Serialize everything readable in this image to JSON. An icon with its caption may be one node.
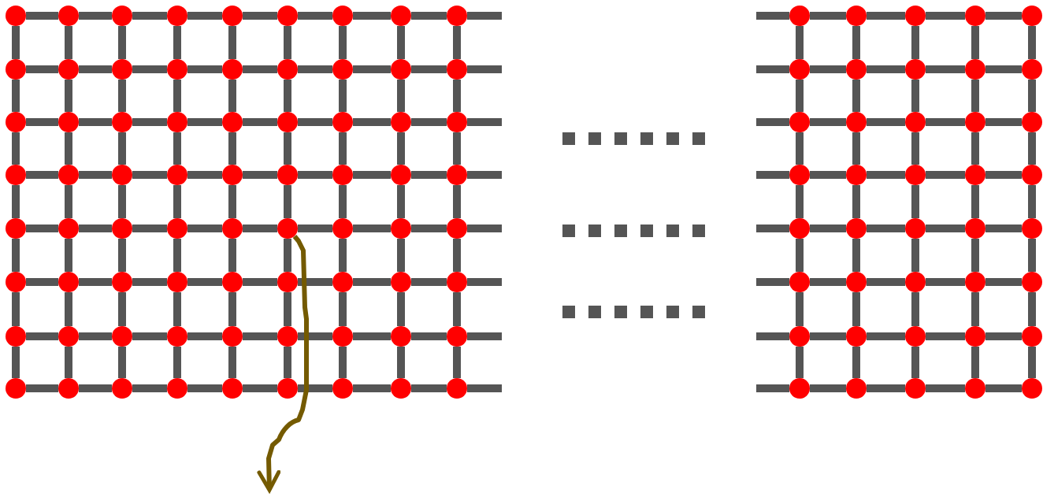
{
  "diagram": {
    "nodes": [
      {
        "text": [],
        "shape": "circle"
      },
      {
        "text": [],
        "shape": "circle"
      },
      {
        "text": [],
        "shape": "circle"
      },
      {
        "text": [],
        "shape": "circle"
      },
      {
        "text": [],
        "shape": "circle"
      },
      {
        "text": [],
        "shape": "circle"
      },
      {
        "text": [],
        "shape": "circle"
      },
      {
        "text": [],
        "shape": "circle"
      },
      {
        "text": [],
        "shape": "circle"
      },
      {
        "text": [],
        "shape": "circle"
      },
      {
        "text": [],
        "shape": "circle"
      },
      {
        "text": [],
        "shape": "circle"
      },
      {
        "text": [],
        "shape": "circle"
      },
      {
        "text": [],
        "shape": "circle"
      },
      {
        "text": [],
        "shape": "circle"
      },
      {
        "text": [],
        "shape": "circle"
      },
      {
        "text": [],
        "shape": "circle"
      },
      {
        "text": [],
        "shape": "circle"
      },
      {
        "text": [],
        "shape": "circle"
      },
      {
        "text": [],
        "shape": "circle"
      },
      {
        "text": [],
        "shape": "circle"
      },
      {
        "text": [],
        "shape": "circle"
      },
      {
        "text": [],
        "shape": "circle"
      },
      {
        "text": [],
        "shape": "circle"
      },
      {
        "text": [],
        "shape": "circle"
      },
      {
        "text": [],
        "shape": "circle"
      },
      {
        "text": [],
        "shape": "circle"
      },
      {
        "text": [],
        "shape": "circle"
      },
      {
        "text": [],
        "shape": "circle"
      },
      {
        "text": [],
        "shape": "circle"
      },
      {
        "text": [],
        "shape": "circle"
      },
      {
        "text": [],
        "shape": "circle"
      },
      {
        "text": [],
        "shape": "circle"
      },
      {
        "text": [],
        "shape": "circle"
      },
      {
        "text": [],
        "shape": "circle"
      },
      {
        "text": [],
        "shape": "circle"
      },
      {
        "text": [],
        "shape": "circle"
      },
      {
        "text": [],
        "shape": "circle"
      },
      {
        "text": [],
        "shape": "circle"
      },
      {
        "text": [],
        "shape": "circle"
      },
      {
        "text": [],
        "shape": "circle"
      },
      {
        "text": [],
        "shape": "circle"
      },
      {
        "text": [],
        "shape": "circle"
      },
      {
        "text": [],
        "shape": "circle"
      },
      {
        "text": [],
        "shape": "circle"
      },
      {
        "text": [],
        "shape": "circle"
      },
      {
        "text": [],
        "shape": "circle"
      },
      {
        "text": [],
        "shape": "circle"
      },
      {
        "text": [],
        "shape": "circle"
      },
      {
        "text": [],
        "shape": "circle"
      },
      {
        "text": [],
        "shape": "circle"
      },
      {
        "text": [],
        "shape": "circle"
      },
      {
        "text": [],
        "shape": "circle"
      },
      {
        "text": [],
        "shape": "circle"
      },
      {
        "text": [],
        "shape": "circle"
      },
      {
        "text": [],
        "shape": "circle"
      },
      {
        "text": [],
        "shape": "circle"
      },
      {
        "text": [],
        "shape": "circle"
      },
      {
        "text": [],
        "shape": "circle"
      },
      {
        "text": [],
        "shape": "circle"
      },
      {
        "text": [],
        "shape": "circle"
      },
      {
        "text": [],
        "shape": "circle"
      },
      {
        "text": [],
        "shape": "circle"
      },
      {
        "text": [],
        "shape": "circle"
      },
      {
        "text": [],
        "shape": "circle"
      },
      {
        "text": [],
        "shape": "circle"
      },
      {
        "text": [],
        "shape": "circle"
      },
      {
        "text": [],
        "shape": "circle"
      },
      {
        "text": [],
        "shape": "circle"
      },
      {
        "text": [],
        "shape": "circle"
      },
      {
        "text": [],
        "shape": "circle"
      },
      {
        "text": [],
        "shape": "circle"
      },
      {
        "text": [],
        "shape": "circle"
      },
      {
        "text": [],
        "shape": "circle"
      },
      {
        "text": [],
        "shape": "circle"
      },
      {
        "text": [],
        "shape": "circle"
      },
      {
        "text": [],
        "shape": "circle"
      },
      {
        "text": [],
        "shape": "circle"
      },
      {
        "text": [],
        "shape": "circle"
      },
      {
        "text": [],
        "shape": "circle"
      },
      {
        "text": [],
        "shape": "circle"
      },
      {
        "text": [],
        "shape": "circle"
      },
      {
        "text": [],
        "shape": "circle"
      },
      {
        "text": [],
        "shape": "circle"
      },
      {
        "text": [],
        "shape": "circle"
      },
      {
        "text": [],
        "shape": "circle"
      },
      {
        "text": [],
        "shape": "circle"
      },
      {
        "text": [],
        "shape": "circle"
      },
      {
        "text": [],
        "shape": "circle"
      },
      {
        "text": [],
        "shape": "circle"
      },
      {
        "text": [],
        "shape": "circle"
      },
      {
        "text": [],
        "shape": "circle"
      },
      {
        "text": [],
        "shape": "circle"
      },
      {
        "text": [],
        "shape": "circle"
      },
      {
        "text": [],
        "shape": "circle"
      },
      {
        "text": [],
        "shape": "circle"
      },
      {
        "text": [],
        "shape": "circle"
      },
      {
        "text": [],
        "shape": "circle"
      },
      {
        "text": [],
        "shape": "circle"
      },
      {
        "text": [],
        "shape": "circle"
      },
      {
        "text": [],
        "shape": "circle"
      },
      {
        "text": [],
        "shape": "circle"
      },
      {
        "text": [],
        "shape": "circle"
      },
      {
        "text": [],
        "shape": "circle"
      },
      {
        "text": [],
        "shape": "circle"
      },
      {
        "text": [],
        "shape": "circle"
      },
      {
        "text": [],
        "shape": "circle"
      },
      {
        "text": [],
        "shape": "circle"
      },
      {
        "text": [],
        "shape": "circle"
      },
      {
        "text": [],
        "shape": "circle"
      },
      {
        "text": [],
        "shape": "circle"
      },
      {
        "text": [],
        "shape": "circle"
      }
    ],
    "edges": [
      {
        "from": 0,
        "to": 1,
        "arrow": "none"
      },
      {
        "from": 1,
        "to": 2,
        "arrow": "none"
      },
      {
        "from": 2,
        "to": 3,
        "arrow": "none"
      },
      {
        "from": 3,
        "to": 4,
        "arrow": "none"
      },
      {
        "from": 4,
        "to": 5,
        "arrow": "none"
      },
      {
        "from": 5,
        "to": 6,
        "arrow": "none"
      },
      {
        "from": 6,
        "to": 7,
        "arrow": "none"
      },
      {
        "from": 7,
        "to": 8,
        "arrow": "none"
      },
      {
        "from": 9,
        "to": 10,
        "arrow": "none"
      },
      {
        "from": 10,
        "to": 11,
        "arrow": "none"
      },
      {
        "from": 11,
        "to": 12,
        "arrow": "none"
      },
      {
        "from": 12,
        "to": 13,
        "arrow": "none"
      },
      {
        "from": 13,
        "to": 14,
        "arrow": "none"
      },
      {
        "from": 14,
        "to": 15,
        "arrow": "none"
      },
      {
        "from": 15,
        "to": 16,
        "arrow": "none"
      },
      {
        "from": 16,
        "to": 17,
        "arrow": "none"
      },
      {
        "from": 18,
        "to": 19,
        "arrow": "none"
      },
      {
        "from": 19,
        "to": 20,
        "arrow": "none"
      },
      {
        "from": 20,
        "to": 21,
        "arrow": "none"
      },
      {
        "from": 21,
        "to": 22,
        "arrow": "none"
      },
      {
        "from": 22,
        "to": 23,
        "arrow": "none"
      },
      {
        "from": 23,
        "to": 24,
        "arrow": "none"
      },
      {
        "from": 24,
        "to": 25,
        "arrow": "none"
      },
      {
        "from": 25,
        "to": 26,
        "arrow": "none"
      },
      {
        "from": 27,
        "to": 28,
        "arrow": "none"
      },
      {
        "from": 28,
        "to": 29,
        "arrow": "none"
      },
      {
        "from": 29,
        "to": 30,
        "arrow": "none"
      },
      {
        "from": 30,
        "to": 31,
        "arrow": "none"
      },
      {
        "from": 31,
        "to": 32,
        "arrow": "none"
      },
      {
        "from": 32,
        "to": 33,
        "arrow": "none"
      },
      {
        "from": 33,
        "to": 34,
        "arrow": "none"
      },
      {
        "from": 34,
        "to": 35,
        "arrow": "none"
      },
      {
        "from": 36,
        "to": 37,
        "arrow": "none"
      },
      {
        "from": 37,
        "to": 38,
        "arrow": "none"
      },
      {
        "from": 38,
        "to": 39,
        "arrow": "none"
      },
      {
        "from": 39,
        "to": 40,
        "arrow": "none"
      },
      {
        "from": 40,
        "to": 41,
        "arrow": "none"
      },
      {
        "from": 41,
        "to": 42,
        "arrow": "none"
      },
      {
        "from": 42,
        "to": 43,
        "arrow": "none"
      },
      {
        "from": 43,
        "to": 44,
        "arrow": "none"
      },
      {
        "from": 45,
        "to": 46,
        "arrow": "none"
      },
      {
        "from": 46,
        "to": 47,
        "arrow": "none"
      },
      {
        "from": 47,
        "to": 48,
        "arrow": "none"
      },
      {
        "from": 48,
        "to": 49,
        "arrow": "none"
      },
      {
        "from": 49,
        "to": 50,
        "arrow": "none"
      },
      {
        "from": 50,
        "to": 51,
        "arrow": "none"
      },
      {
        "from": 51,
        "to": 52,
        "arrow": "none"
      },
      {
        "from": 52,
        "to": 53,
        "arrow": "none"
      },
      {
        "from": 54,
        "to": 55,
        "arrow": "none"
      },
      {
        "from": 55,
        "to": 56,
        "arrow": "none"
      },
      {
        "from": 56,
        "to": 57,
        "arrow": "none"
      },
      {
        "from": 57,
        "to": 58,
        "arrow": "none"
      },
      {
        "from": 58,
        "to": 59,
        "arrow": "none"
      },
      {
        "from": 59,
        "to": 60,
        "arrow": "none"
      },
      {
        "from": 60,
        "to": 61,
        "arrow": "none"
      },
      {
        "from": 61,
        "to": 62,
        "arrow": "none"
      },
      {
        "from": 63,
        "to": 64,
        "arrow": "none"
      },
      {
        "from": 64,
        "to": 65,
        "arrow": "none"
      },
      {
        "from": 65,
        "to": 66,
        "arrow": "none"
      },
      {
        "from": 66,
        "to": 67,
        "arrow": "none"
      },
      {
        "from": 67,
        "to": 68,
        "arrow": "none"
      },
      {
        "from": 68,
        "to": 69,
        "arrow": "none"
      },
      {
        "from": 69,
        "to": 70,
        "arrow": "none"
      },
      {
        "from": 70,
        "to": 71,
        "arrow": "none"
      },
      {
        "from": 0,
        "to": 9,
        "arrow": "none"
      },
      {
        "from": 1,
        "to": 10,
        "arrow": "none"
      },
      {
        "from": 2,
        "to": 11,
        "arrow": "none"
      },
      {
        "from": 3,
        "to": 12,
        "arrow": "none"
      },
      {
        "from": 4,
        "to": 13,
        "arrow": "none"
      },
      {
        "from": 5,
        "to": 14,
        "arrow": "none"
      },
      {
        "from": 6,
        "to": 15,
        "arrow": "none"
      },
      {
        "from": 7,
        "to": 16,
        "arrow": "none"
      },
      {
        "from": 8,
        "to": 17,
        "arrow": "none"
      },
      {
        "from": 9,
        "to": 18,
        "arrow": "none"
      },
      {
        "from": 10,
        "to": 19,
        "arrow": "none"
      },
      {
        "from": 11,
        "to": 20,
        "arrow": "none"
      },
      {
        "from": 12,
        "to": 21,
        "arrow": "none"
      },
      {
        "from": 13,
        "to": 22,
        "arrow": "none"
      },
      {
        "from": 14,
        "to": 23,
        "arrow": "none"
      },
      {
        "from": 15,
        "to": 24,
        "arrow": "none"
      },
      {
        "from": 16,
        "to": 25,
        "arrow": "none"
      },
      {
        "from": 17,
        "to": 26,
        "arrow": "none"
      },
      {
        "from": 18,
        "to": 27,
        "arrow": "none"
      },
      {
        "from": 19,
        "to": 28,
        "arrow": "none"
      },
      {
        "from": 20,
        "to": 29,
        "arrow": "none"
      },
      {
        "from": 21,
        "to": 30,
        "arrow": "none"
      },
      {
        "from": 22,
        "to": 31,
        "arrow": "none"
      },
      {
        "from": 23,
        "to": 32,
        "arrow": "none"
      },
      {
        "from": 24,
        "to": 33,
        "arrow": "none"
      },
      {
        "from": 25,
        "to": 34,
        "arrow": "none"
      },
      {
        "from": 26,
        "to": 35,
        "arrow": "none"
      },
      {
        "from": 27,
        "to": 36,
        "arrow": "none"
      },
      {
        "from": 28,
        "to": 37,
        "arrow": "none"
      },
      {
        "from": 29,
        "to": 38,
        "arrow": "none"
      },
      {
        "from": 30,
        "to": 39,
        "arrow": "none"
      },
      {
        "from": 31,
        "to": 40,
        "arrow": "none"
      },
      {
        "from": 32,
        "to": 41,
        "arrow": "none"
      },
      {
        "from": 33,
        "to": 42,
        "arrow": "none"
      },
      {
        "from": 34,
        "to": 43,
        "arrow": "none"
      },
      {
        "from": 35,
        "to": 44,
        "arrow": "none"
      },
      {
        "from": 36,
        "to": 45,
        "arrow": "none"
      },
      {
        "from": 37,
        "to": 46,
        "arrow": "none"
      },
      {
        "from": 38,
        "to": 47,
        "arrow": "none"
      },
      {
        "from": 39,
        "to": 48,
        "arrow": "none"
      },
      {
        "from": 40,
        "to": 49,
        "arrow": "none"
      },
      {
        "from": 41,
        "to": 50,
        "arrow": "none"
      },
      {
        "from": 42,
        "to": 51,
        "arrow": "none"
      },
      {
        "from": 43,
        "to": 52,
        "arrow": "none"
      },
      {
        "from": 44,
        "to": 53,
        "arrow": "none"
      },
      {
        "from": 45,
        "to": 54,
        "arrow": "none"
      },
      {
        "from": 46,
        "to": 55,
        "arrow": "none"
      },
      {
        "from": 47,
        "to": 56,
        "arrow": "none"
      },
      {
        "from": 48,
        "to": 57,
        "arrow": "none"
      },
      {
        "from": 49,
        "to": 58,
        "arrow": "none"
      },
      {
        "from": 50,
        "to": 59,
        "arrow": "none"
      },
      {
        "from": 51,
        "to": 60,
        "arrow": "none"
      },
      {
        "from": 52,
        "to": 61,
        "arrow": "none"
      },
      {
        "from": 53,
        "to": 62,
        "arrow": "none"
      },
      {
        "from": 54,
        "to": 63,
        "arrow": "none"
      },
      {
        "from": 55,
        "to": 64,
        "arrow": "none"
      },
      {
        "from": 56,
        "to": 65,
        "arrow": "none"
      },
      {
        "from": 57,
        "to": 66,
        "arrow": "none"
      },
      {
        "from": 58,
        "to": 67,
        "arrow": "none"
      },
      {
        "from": 59,
        "to": 68,
        "arrow": "none"
      },
      {
        "from": 60,
        "to": 69,
        "arrow": "none"
      },
      {
        "from": 61,
        "to": 70,
        "arrow": "none"
      },
      {
        "from": 62,
        "to": 71,
        "arrow": "none"
      },
      {
        "from": 72,
        "to": 73,
        "arrow": "none"
      },
      {
        "from": 73,
        "to": 74,
        "arrow": "none"
      },
      {
        "from": 74,
        "to": 75,
        "arrow": "none"
      },
      {
        "from": 75,
        "to": 76,
        "arrow": "none"
      },
      {
        "from": 77,
        "to": 78,
        "arrow": "none"
      },
      {
        "from": 78,
        "to": 79,
        "arrow": "none"
      },
      {
        "from": 79,
        "to": 80,
        "arrow": "none"
      },
      {
        "from": 80,
        "to": 81,
        "arrow": "none"
      },
      {
        "from": 82,
        "to": 83,
        "arrow": "none"
      },
      {
        "from": 83,
        "to": 84,
        "arrow": "none"
      },
      {
        "from": 84,
        "to": 85,
        "arrow": "none"
      },
      {
        "from": 85,
        "to": 86,
        "arrow": "none"
      },
      {
        "from": 87,
        "to": 88,
        "arrow": "none"
      },
      {
        "from": 88,
        "to": 89,
        "arrow": "none"
      },
      {
        "from": 89,
        "to": 90,
        "arrow": "none"
      },
      {
        "from": 90,
        "to": 91,
        "arrow": "none"
      },
      {
        "from": 92,
        "to": 93,
        "arrow": "none"
      },
      {
        "from": 93,
        "to": 94,
        "arrow": "none"
      },
      {
        "from": 94,
        "to": 95,
        "arrow": "none"
      },
      {
        "from": 95,
        "to": 96,
        "arrow": "none"
      },
      {
        "from": 97,
        "to": 98,
        "arrow": "none"
      },
      {
        "from": 98,
        "to": 99,
        "arrow": "none"
      },
      {
        "from": 99,
        "to": 100,
        "arrow": "none"
      },
      {
        "from": 100,
        "to": 101,
        "arrow": "none"
      },
      {
        "from": 102,
        "to": 103,
        "arrow": "none"
      },
      {
        "from": 103,
        "to": 104,
        "arrow": "none"
      },
      {
        "from": 104,
        "to": 105,
        "arrow": "none"
      },
      {
        "from": 105,
        "to": 106,
        "arrow": "none"
      },
      {
        "from": 107,
        "to": 108,
        "arrow": "none"
      },
      {
        "from": 108,
        "to": 109,
        "arrow": "none"
      },
      {
        "from": 109,
        "to": 110,
        "arrow": "none"
      },
      {
        "from": 110,
        "to": 111,
        "arrow": "none"
      },
      {
        "from": 72,
        "to": 77,
        "arrow": "none"
      },
      {
        "from": 73,
        "to": 78,
        "arrow": "none"
      },
      {
        "from": 74,
        "to": 79,
        "arrow": "none"
      },
      {
        "from": 75,
        "to": 80,
        "arrow": "none"
      },
      {
        "from": 76,
        "to": 81,
        "arrow": "none"
      },
      {
        "from": 77,
        "to": 82,
        "arrow": "none"
      },
      {
        "from": 78,
        "to": 83,
        "arrow": "none"
      },
      {
        "from": 79,
        "to": 84,
        "arrow": "none"
      },
      {
        "from": 80,
        "to": 85,
        "arrow": "none"
      },
      {
        "from": 81,
        "to": 86,
        "arrow": "none"
      },
      {
        "from": 82,
        "to": 87,
        "arrow": "none"
      },
      {
        "from": 83,
        "to": 88,
        "arrow": "none"
      },
      {
        "from": 84,
        "to": 89,
        "arrow": "none"
      },
      {
        "from": 85,
        "to": 90,
        "arrow": "none"
      },
      {
        "from": 86,
        "to": 91,
        "arrow": "none"
      },
      {
        "from": 87,
        "to": 92,
        "arrow": "none"
      },
      {
        "from": 88,
        "to": 93,
        "arrow": "none"
      },
      {
        "from": 89,
        "to": 94,
        "arrow": "none"
      },
      {
        "from": 90,
        "to": 95,
        "arrow": "none"
      },
      {
        "from": 91,
        "to": 96,
        "arrow": "none"
      },
      {
        "from": 92,
        "to": 97,
        "arrow": "none"
      },
      {
        "from": 93,
        "to": 98,
        "arrow": "none"
      },
      {
        "from": 94,
        "to": 99,
        "arrow": "none"
      },
      {
        "from": 95,
        "to": 100,
        "arrow": "none"
      },
      {
        "from": 96,
        "to": 101,
        "arrow": "none"
      },
      {
        "from": 97,
        "to": 102,
        "arrow": "none"
      },
      {
        "from": 98,
        "to": 103,
        "arrow": "none"
      },
      {
        "from": 99,
        "to": 104,
        "arrow": "none"
      },
      {
        "from": 100,
        "to": 105,
        "arrow": "none"
      },
      {
        "from": 101,
        "to": 106,
        "arrow": "none"
      },
      {
        "from": 102,
        "to": 107,
        "arrow": "none"
      },
      {
        "from": 103,
        "to": 108,
        "arrow": "none"
      },
      {
        "from": 104,
        "to": 109,
        "arrow": "none"
      },
      {
        "from": 105,
        "to": 110,
        "arrow": "none"
      },
      {
        "from": 106,
        "to": 111,
        "arrow": "none"
      },
      {
        "from": 41,
        "to": null,
        "arrow": "to",
        "color": "#745a00"
      }
    ]
  }
}
